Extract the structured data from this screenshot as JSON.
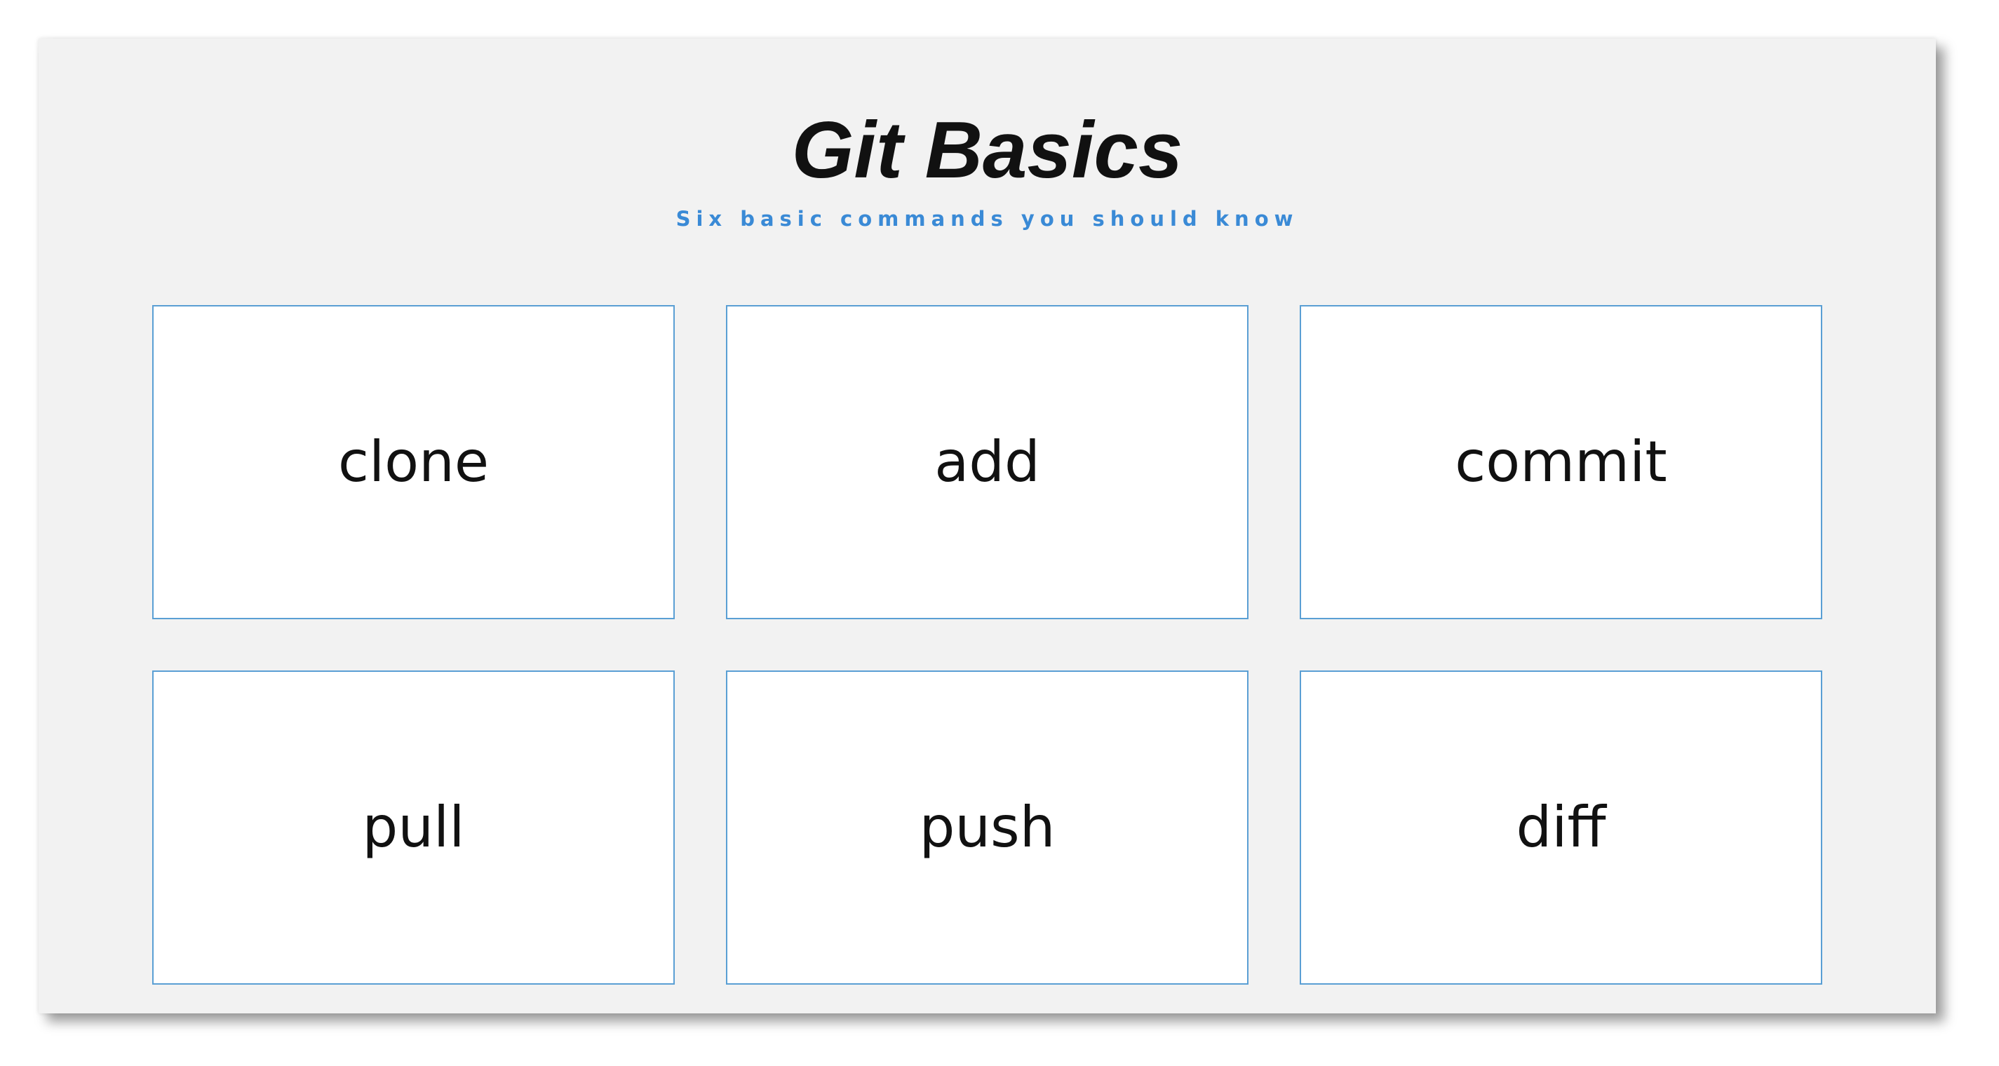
{
  "slide": {
    "title": "Git Basics",
    "subtitle": "Six basic commands you should know"
  },
  "commands": [
    {
      "label": "clone"
    },
    {
      "label": "add"
    },
    {
      "label": "commit"
    },
    {
      "label": "pull"
    },
    {
      "label": "push"
    },
    {
      "label": "diff"
    }
  ],
  "colors": {
    "background": "#f2f2f2",
    "card_border": "#5a9fd4",
    "subtitle": "#3a8ad6",
    "text": "#111111"
  }
}
